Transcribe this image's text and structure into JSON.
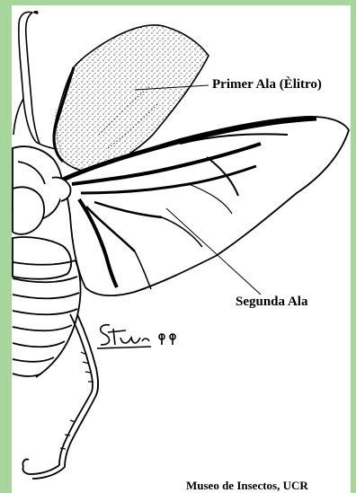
{
  "labels": {
    "first_wing": "Primer Ala (Èlitro)",
    "second_wing": "Segunda Ala",
    "credit": "Museo de Insectos, UCR",
    "signature": "Stur.99"
  },
  "colors": {
    "frame": "#a6d69a",
    "ink": "#000000",
    "paper": "#ffffff"
  }
}
